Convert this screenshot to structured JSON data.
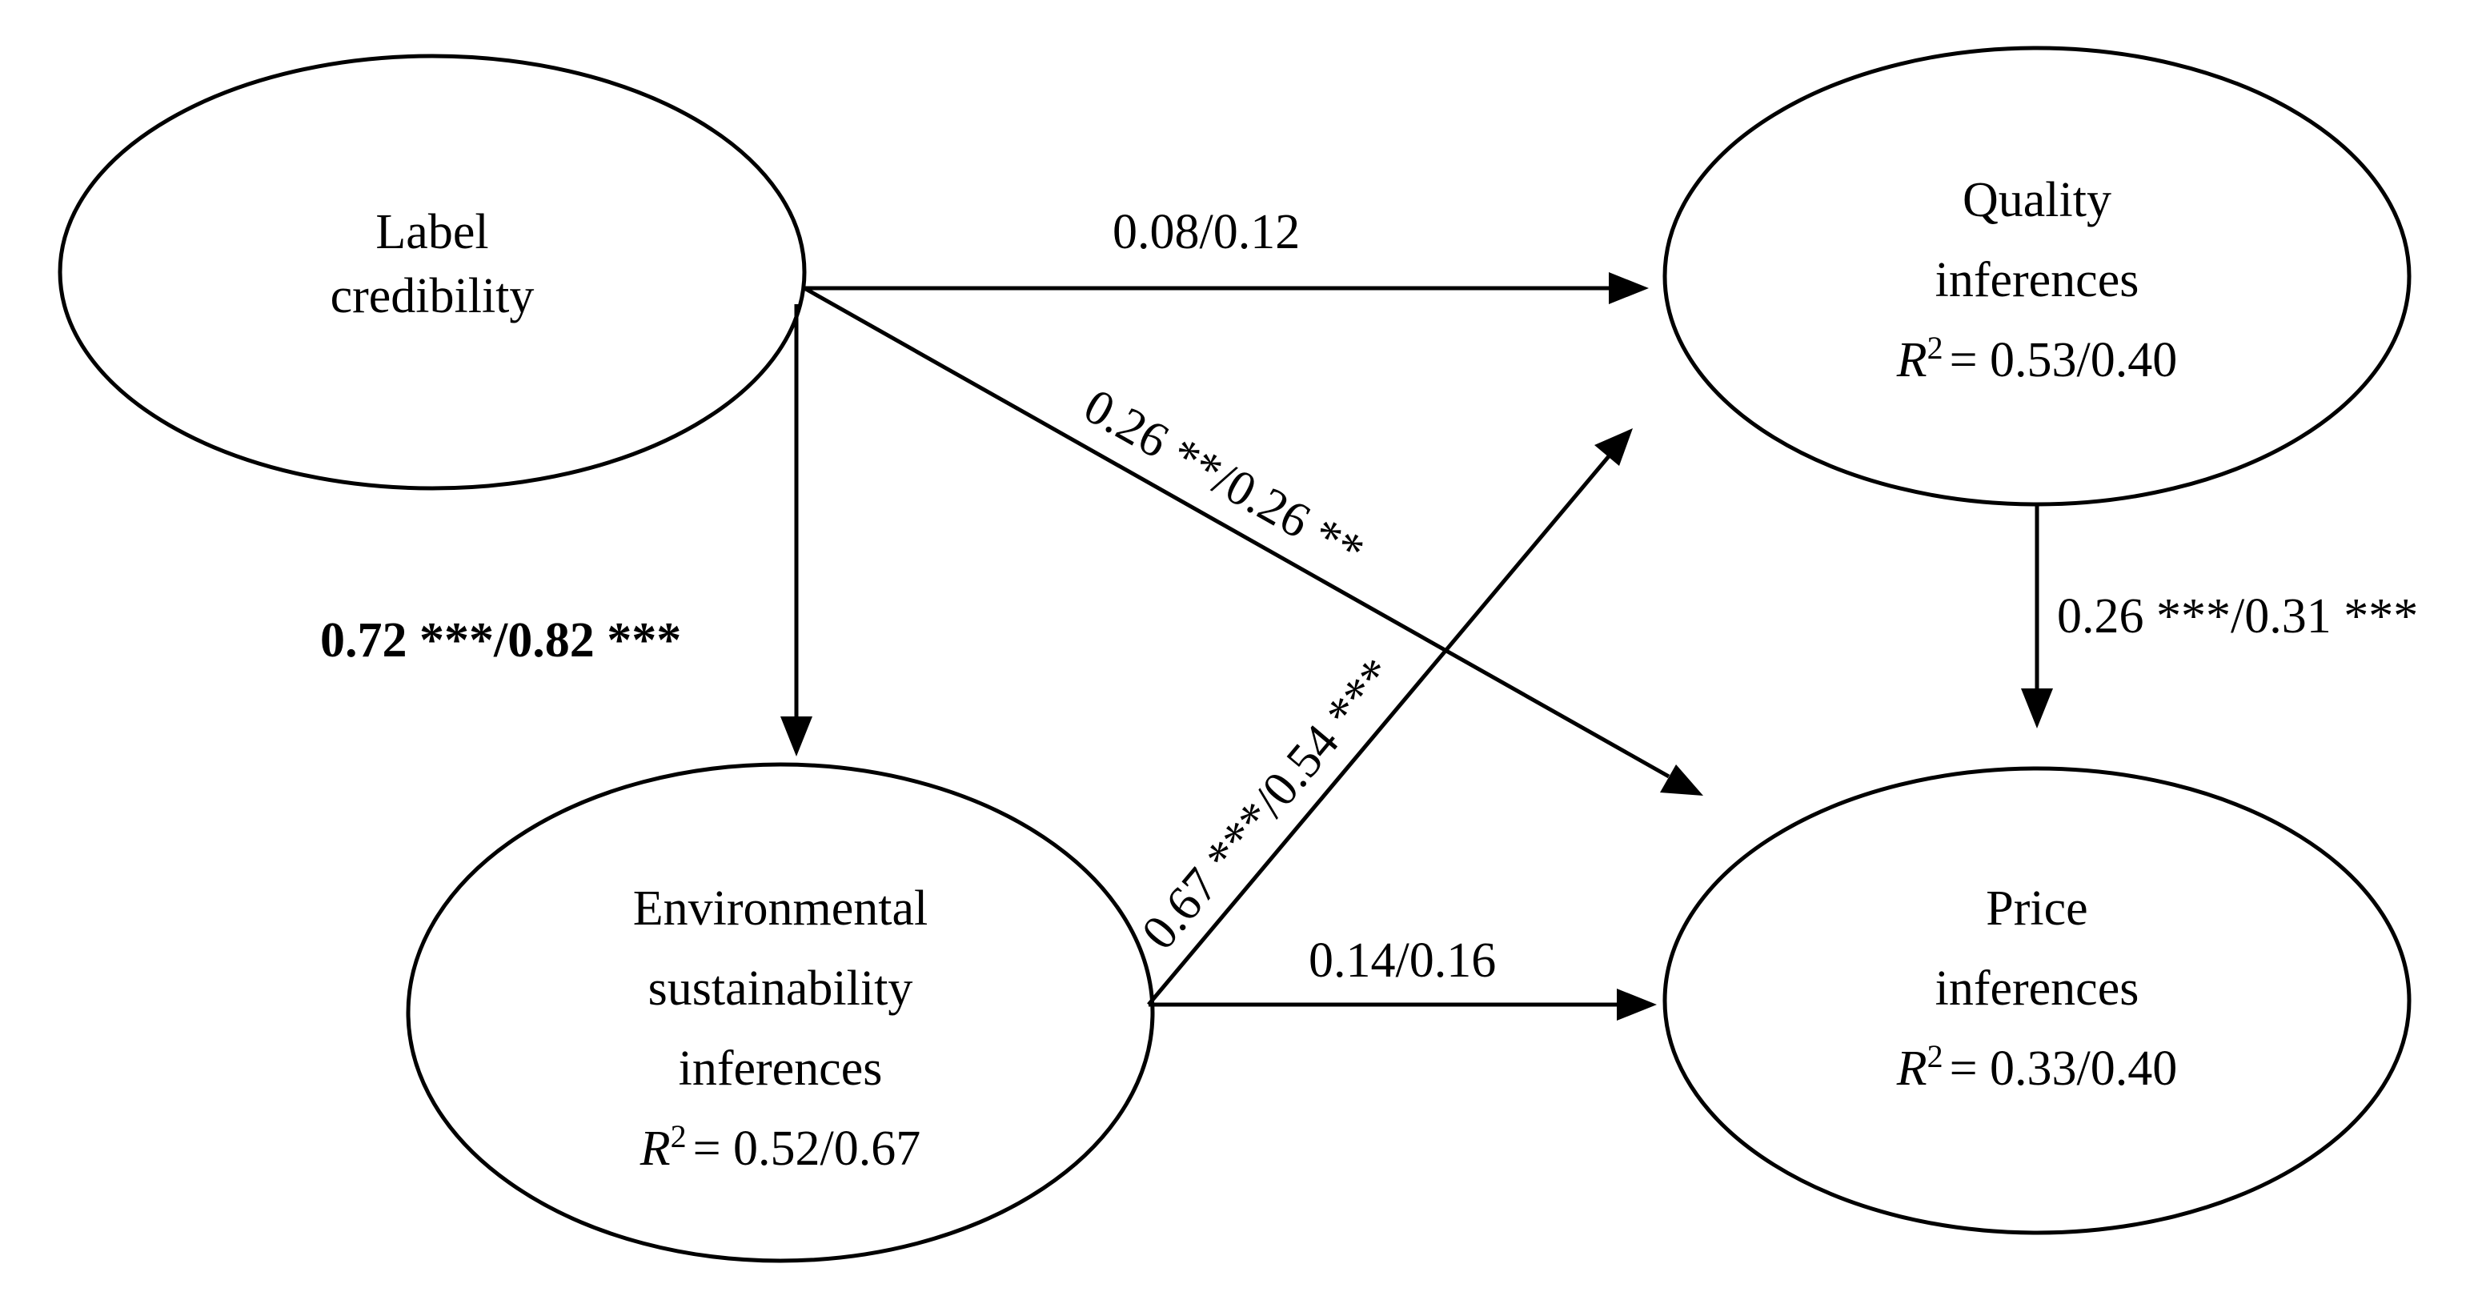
{
  "nodes": {
    "label_credibility": {
      "line1": "Label",
      "line2": "credibility"
    },
    "quality_inferences": {
      "line1": "Quality",
      "line2": "inferences",
      "r2_symbol": "R",
      "r2_sup": "2",
      "r2_value": "= 0.53/0.40"
    },
    "environmental_inferences": {
      "line1": "Environmental",
      "line2": "sustainability",
      "line3": "inferences",
      "r2_symbol": "R",
      "r2_sup": "2",
      "r2_value": "= 0.52/0.67"
    },
    "price_inferences": {
      "line1": "Price",
      "line2": "inferences",
      "r2_symbol": "R",
      "r2_sup": "2",
      "r2_value": "= 0.33/0.40"
    }
  },
  "paths": {
    "label_to_quality": "0.08/0.12",
    "label_to_price": "0.26 **/0.26 **",
    "label_to_environmental": "0.72 ***/0.82 ***",
    "environmental_to_quality": "0.67 ***/0.54 ***",
    "environmental_to_price": "0.14/0.16",
    "quality_to_price": "0.26 ***/0.31 ***"
  },
  "colors": {
    "stroke": "#000000",
    "background": "#ffffff"
  }
}
